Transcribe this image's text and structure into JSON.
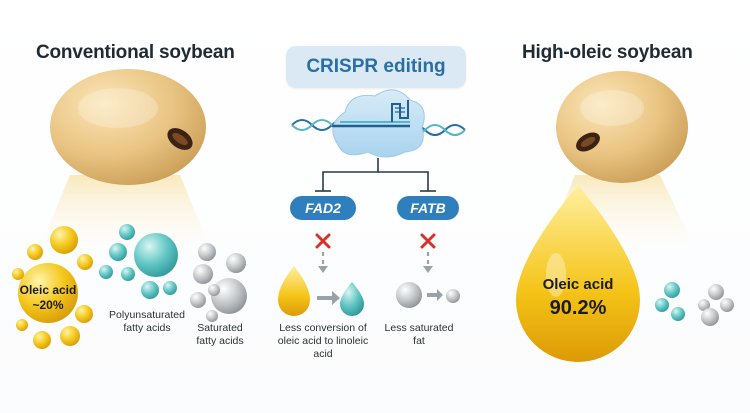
{
  "left": {
    "title": "Conventional soybean",
    "oleic_label": "Oleic acid",
    "oleic_value": "~20%",
    "poly_label": "Polyunsaturated fatty acids",
    "saturated_label": "Saturated fatty acids"
  },
  "center": {
    "title": "CRISPR editing",
    "gene1": "FAD2",
    "gene2": "FATB",
    "caption1": "Less conversion of oleic acid to linoleic acid",
    "caption2": "Less saturated fat"
  },
  "right": {
    "title": "High-oleic soybean",
    "oleic_label": "Oleic acid",
    "oleic_value": "90.2%"
  },
  "colors": {
    "gold": "#f2c21b",
    "teal": "#5ec2c2",
    "gray": "#b9bcbf",
    "blue": "#2a6ea6",
    "red": "#d9302a"
  }
}
